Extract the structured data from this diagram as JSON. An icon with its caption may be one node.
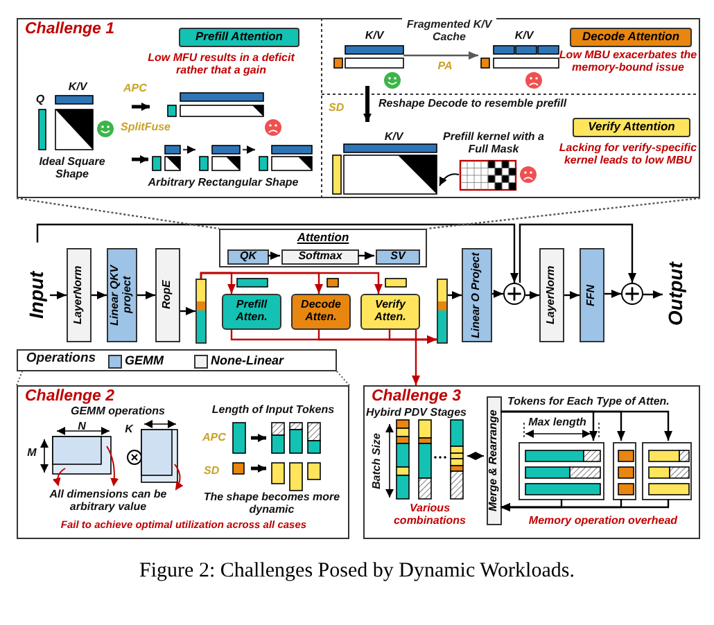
{
  "diagram": {
    "caption": "Figure 2: Challenges Posed by Dynamic Workloads.",
    "nodes": [
      {
        "text": [
          "Challenge 1"
        ]
      },
      {
        "text": [
          "Prefill Attention"
        ],
        "in": 0
      },
      {
        "text": [
          "Decode Attention"
        ],
        "in": 0
      },
      {
        "text": [
          "Verify Attention"
        ],
        "in": 0
      },
      {
        "text": [
          "Input"
        ]
      },
      {
        "text": [
          "LayerNorm"
        ]
      },
      {
        "text": [
          "Linear QKV project"
        ]
      },
      {
        "text": [
          "RopE"
        ]
      },
      {
        "text": [],
        "shape": "bar"
      },
      {
        "text": [
          "Attention"
        ]
      },
      {
        "text": [
          "QK"
        ],
        "in": 9
      },
      {
        "text": [
          "Softmax"
        ],
        "in": 9
      },
      {
        "text": [
          "SV"
        ],
        "in": 9
      },
      {
        "text": [
          "Prefill Atten."
        ]
      },
      {
        "text": [
          "Decode Atten."
        ]
      },
      {
        "text": [
          "Verify Atten."
        ]
      },
      {
        "text": [],
        "shape": "bar"
      },
      {
        "text": [
          "Linear O Project"
        ]
      },
      {
        "text": [],
        "shape": "circle"
      },
      {
        "text": [
          "LayerNorm"
        ]
      },
      {
        "text": [
          "FFN"
        ]
      },
      {
        "text": [],
        "shape": "circle"
      },
      {
        "text": [
          "Output"
        ]
      },
      {
        "text": [
          "Challenge 2"
        ]
      },
      {
        "text": [
          "Challenge 3"
        ]
      },
      {
        "text": [
          "Merge & Rearrange"
        ],
        "in": 24
      },
      {
        "text": [],
        "shape": "box",
        "in": 24
      },
      {
        "text": [],
        "shape": "box",
        "in": 24
      },
      {
        "text": [],
        "shape": "box",
        "in": 24
      },
      {
        "text": [],
        "shape": "bar",
        "in": 0
      },
      {
        "text": [],
        "shape": "bar",
        "in": 0
      }
    ],
    "edges": [
      {
        "from": 4,
        "to": 5,
        "arrow": "to"
      },
      {
        "from": 5,
        "to": 6,
        "arrow": "to"
      },
      {
        "from": 6,
        "to": 7,
        "arrow": "to"
      },
      {
        "from": 7,
        "to": 8,
        "arrow": "to"
      },
      {
        "from": 8,
        "to": 13,
        "arrow": "to",
        "color": "#c00000"
      },
      {
        "from": 8,
        "to": 14,
        "arrow": "to",
        "color": "#c00000"
      },
      {
        "from": 8,
        "to": 15,
        "arrow": "to",
        "color": "#c00000"
      },
      {
        "from": 13,
        "to": 16,
        "arrow": "to",
        "color": "#c00000"
      },
      {
        "from": 14,
        "to": 16,
        "arrow": "to",
        "color": "#c00000"
      },
      {
        "from": 15,
        "to": 16,
        "arrow": "to",
        "color": "#c00000"
      },
      {
        "from": 16,
        "to": 17,
        "arrow": "to"
      },
      {
        "from": 17,
        "to": 18,
        "arrow": "to"
      },
      {
        "from": 4,
        "to": 18,
        "arrow": "to"
      },
      {
        "from": 18,
        "to": 19,
        "arrow": "to"
      },
      {
        "from": 19,
        "to": 20,
        "arrow": "to"
      },
      {
        "from": 20,
        "to": 21,
        "arrow": "to"
      },
      {
        "from": 18,
        "to": 21,
        "arrow": "to"
      },
      {
        "from": 21,
        "to": 22,
        "arrow": "to"
      },
      {
        "from": 10,
        "to": 11,
        "arrow": "to"
      },
      {
        "from": 11,
        "to": 12,
        "arrow": "to"
      },
      {
        "from": 15,
        "to": 24,
        "arrow": "to",
        "color": "#c00000"
      },
      {
        "from": 0,
        "to": 9,
        "arrow": "none",
        "style": "dashed",
        "color": "#555555"
      },
      {
        "from": 0,
        "to": 9,
        "arrow": "none",
        "style": "dashed",
        "color": "#555555"
      },
      {
        "from": 25,
        "to": 26,
        "arrow": "to"
      },
      {
        "from": 25,
        "to": 27,
        "arrow": "to"
      },
      {
        "from": 25,
        "to": 28,
        "arrow": "to"
      },
      {
        "from": 26,
        "to": 25,
        "arrow": "to"
      },
      {
        "from": 27,
        "to": 25,
        "arrow": "to"
      },
      {
        "from": 28,
        "to": 25,
        "arrow": "to"
      },
      {
        "from": 29,
        "to": 30,
        "arrow": "to",
        "label": "Fragmented K/V Cache",
        "color": "#595959"
      }
    ],
    "labels": [
      "Low MFU results in a deficit rather that a gain",
      "Q",
      "K/V",
      "APC",
      "SplitFuse",
      "Ideal Square Shape",
      "Arbitrary Rectangular Shape",
      "K/V",
      "PA",
      "K/V",
      "Low MBU exacerbates the memory-bound issue",
      "SD",
      "Reshape Decode to resemble prefill",
      "K/V",
      "Prefill kernel with a Full Mask",
      "Lacking for verify-specific kernel leads to low MBU",
      "Operations",
      "GEMM operations",
      "N",
      "K",
      "M",
      "All dimensions can be arbitrary value",
      "Length of Input Tokens",
      "APC",
      "SD",
      "The shape becomes more dynamic",
      "Fail to achieve optimal utilization across all cases",
      "Hybird PDV Stages",
      "Batch Size",
      "Various combinations",
      "Tokens for Each Type of Atten.",
      "Max length",
      "Memory operation overhead"
    ],
    "legend": [
      {
        "text": "GEMM",
        "color": "#9dc3e6"
      },
      {
        "text": "None-Linear",
        "color": "#f2f2f2"
      }
    ]
  }
}
